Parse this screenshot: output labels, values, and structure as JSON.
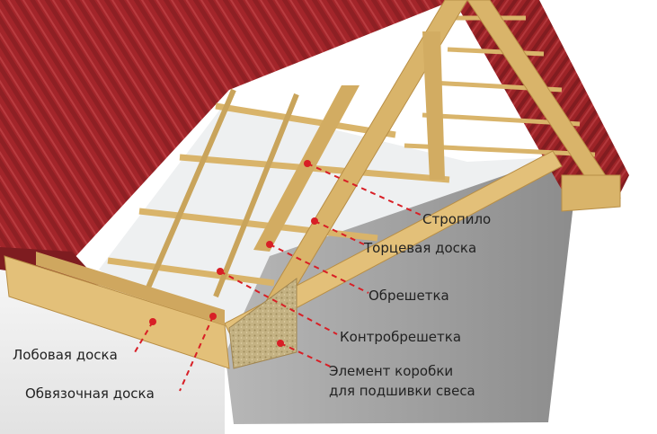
{
  "colors": {
    "roof": "#a3252a",
    "roof_dark": "#7e1c20",
    "roof_light": "#b83a3e",
    "timber": "#d9b46a",
    "timber_dark": "#b88e45",
    "timber_light": "#ecd39a",
    "wall_light": "#f0f0f0",
    "wall_side": "#9d9d9d",
    "osb": "#c9b88a",
    "leader": "#d81f26"
  },
  "labels": {
    "rafter": "Стропило",
    "end_board": "Торцевая доска",
    "lathing": "Обрешетка",
    "counter_lathing": "Контробрешетка",
    "box_element_line1": "Элемент коробки",
    "box_element_line2": "для подшивки свеса",
    "fascia_board": "Лобовая доска",
    "strapping_board": "Обвязочная доска"
  }
}
